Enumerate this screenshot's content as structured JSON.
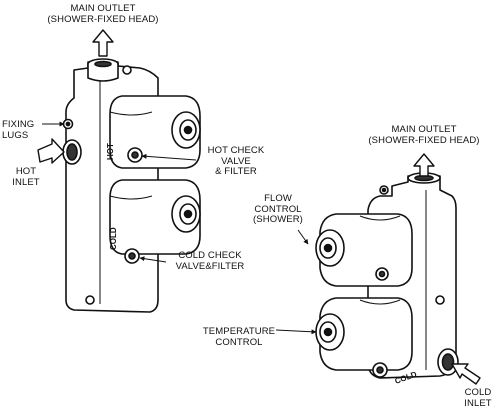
{
  "labels": {
    "main_outlet_left": [
      "MAIN OUTLET",
      "(SHOWER-FIXED HEAD)"
    ],
    "fixing_lugs": [
      "FIXING",
      "LUGS"
    ],
    "hot_inlet": [
      "HOT",
      "INLET"
    ],
    "hot_check": [
      "HOT CHECK",
      "VALVE",
      "& FILTER"
    ],
    "cold_check": [
      "COLD CHECK",
      "VALVE&FILTER"
    ],
    "main_outlet_right": [
      "MAIN OUTLET",
      "(SHOWER-FIXED HEAD)"
    ],
    "flow_control": [
      "FLOW",
      "CONTROL",
      "(SHOWER)"
    ],
    "temperature_control": [
      "TEMPERATURE",
      "CONTROL"
    ],
    "cold_inlet": [
      "COLD",
      "INLET"
    ]
  },
  "body_markings": {
    "hot_mark": "HOT",
    "cold_mark_left": "COLD",
    "cold_mark_right": "COLD"
  }
}
